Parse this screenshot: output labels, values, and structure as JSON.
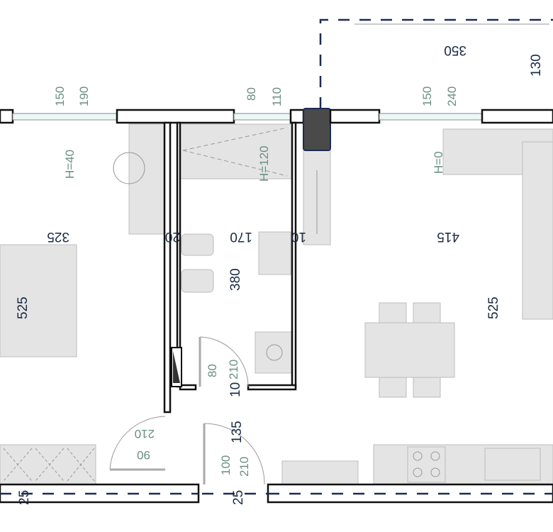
{
  "plan": {
    "balcony": {
      "width": "350",
      "depth": "130"
    },
    "windows": [
      {
        "top": "150",
        "bottom": "190"
      },
      {
        "top": "80",
        "bottom": "110"
      },
      {
        "top": "150",
        "bottom": "240"
      }
    ],
    "heights": {
      "bedroom": "H=40",
      "bath": "H=120",
      "living": "H=0"
    },
    "bedroom": {
      "width": "325",
      "length": "525"
    },
    "bath": {
      "wall_left": "20",
      "width": "170",
      "wall_right": "10",
      "length": "380"
    },
    "living": {
      "width": "415",
      "length": "525"
    },
    "bath_door": {
      "width": "80",
      "height": "210",
      "offset": "10"
    },
    "bedroom_door": {
      "height": "210",
      "width": "90"
    },
    "entry_door": {
      "length": "135",
      "width": "100",
      "height": "210"
    },
    "walls": {
      "left": "25",
      "entry": "25"
    },
    "colors": {
      "dimension": "#1c2b45",
      "label": "#6a8f84",
      "column": "#4a4a4a",
      "furniture": "#e4e4e4"
    }
  }
}
